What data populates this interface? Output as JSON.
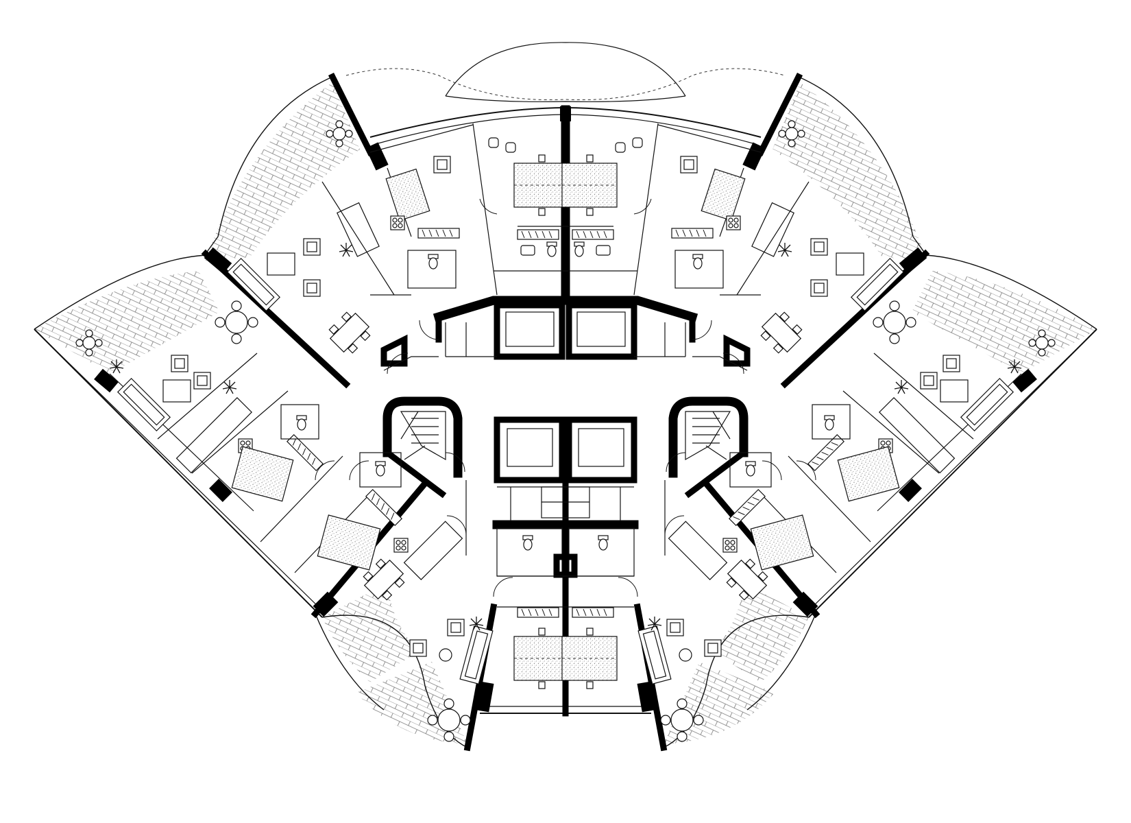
{
  "drawing": {
    "colors": {
      "ink": "#000000",
      "paper": "#ffffff",
      "stipple": "#888888"
    },
    "elements": {
      "apartments": 8,
      "lift_cores": 4,
      "stairwells": 2,
      "balconies": 8
    }
  }
}
